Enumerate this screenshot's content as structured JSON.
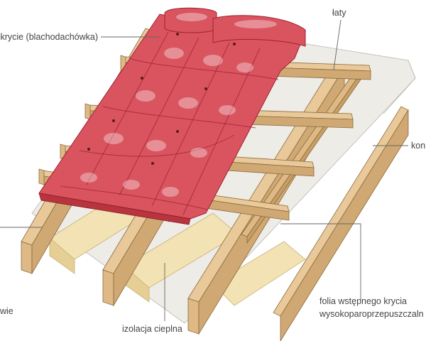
{
  "labels": {
    "roofing": "krycie (blachodachówka)",
    "battens": "łaty",
    "counter_battens": "kon",
    "rafters": "wie",
    "membrane_line1": "folia wstępnego krycia",
    "membrane_line2": "wysokoparoprzepuszczaln",
    "insulation": "izolacja cieplna"
  },
  "colors": {
    "tile": "#d9545f",
    "tile_dark": "#b8343f",
    "membrane": "#eeece6",
    "insulation": "#f2e2b4",
    "wood_face": "#e9c99a",
    "wood_side": "#cfa873",
    "wood_end": "#dfb985"
  }
}
